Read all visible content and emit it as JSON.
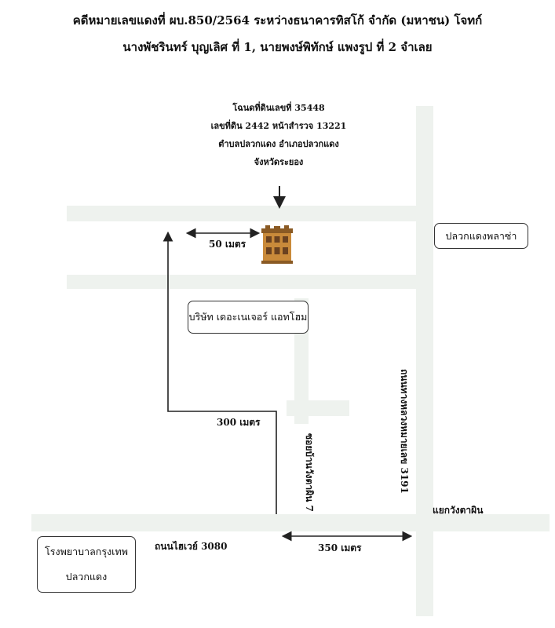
{
  "header": {
    "line1": "คดีหมายเลขแดงที่ ผบ.850/2564 ระหว่างธนาคารทิสโก้ จำกัด (มหาชน) โจทก์",
    "line2": "นางพัชรินทร์  บุญเลิศ ที่ 1, นายพงษ์พิทักษ์  แพงรูป ที่ 2 จำเลย"
  },
  "deed_info": [
    "โฉนดที่ดินเลขที่ 35448",
    "เลขที่ดิน 2442 หน้าสำรวจ 13221",
    "ตำบลปลวกแดง อำเภอปลวกแดง",
    "จังหวัดระยอง"
  ],
  "landmarks": {
    "plaza": "ปลวกแดงพลาซ่า",
    "company": "บริษัท เดอะเนเจอร์ แอทโฮม",
    "hospital_line1": "โรงพยาบาลกรุงเทพ",
    "hospital_line2": "ปลวกแดง"
  },
  "distances": {
    "d50": "50 เมตร",
    "d300": "300 เมตร",
    "d350": "350 เมตร"
  },
  "roads": {
    "highway_3080": "ถนนไฮเวย์ 3080",
    "soi": "ซอยบ้านวังตาผิน 7",
    "highway_3191": "ถนนทางหลวงหมายเลข 3191",
    "junction": "แยกวังตาผิน"
  },
  "icons": {
    "property": "building-icon"
  },
  "colors": {
    "building_main": "#c98a3a",
    "building_window": "#6b4220",
    "road_shadow": "#e6ece6"
  }
}
